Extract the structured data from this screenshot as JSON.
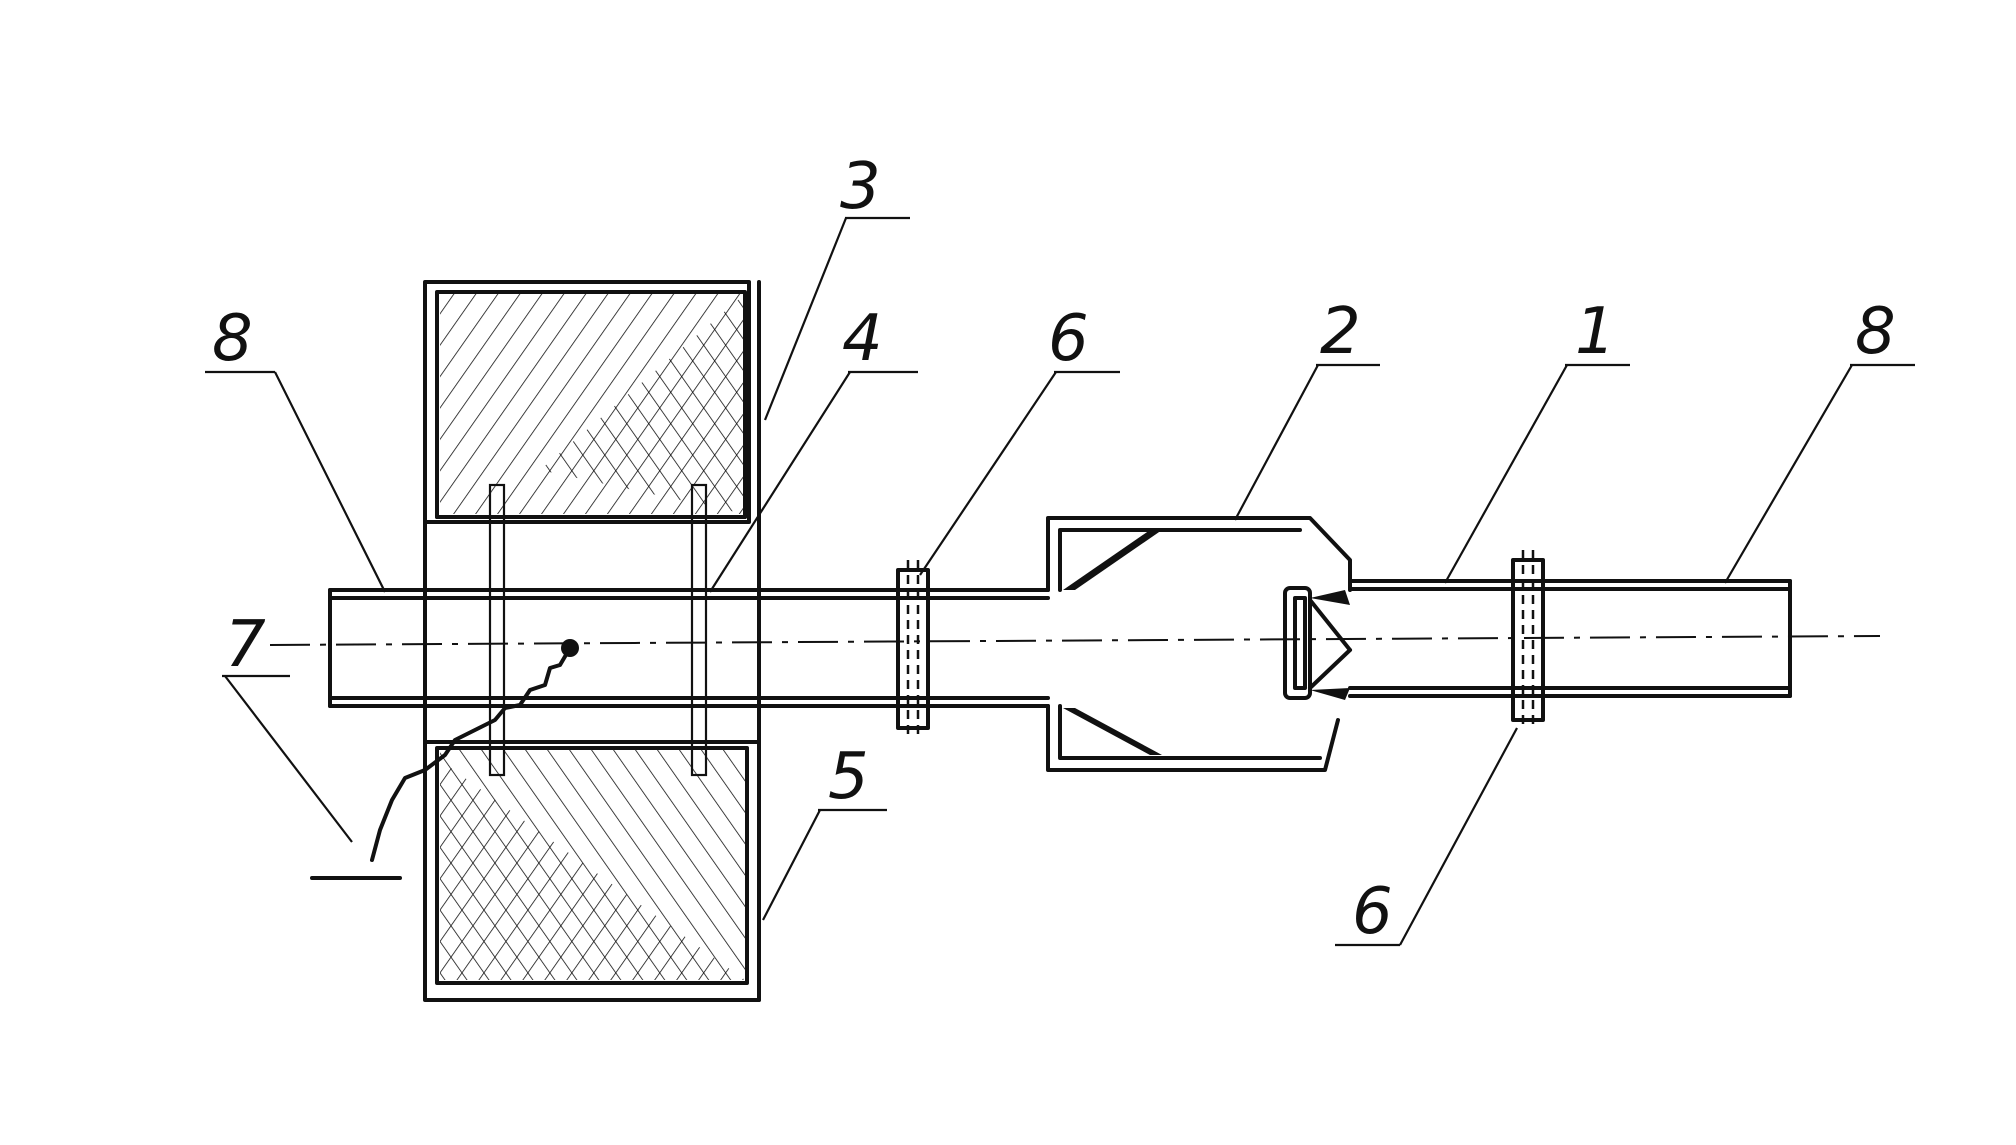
{
  "labels": {
    "coil_top": "3",
    "electrode": "4",
    "coil_bottom": "5",
    "flange_left": "6",
    "chamber": "2",
    "nozzle": "1",
    "pipe_left": "8",
    "pipe_right": "8",
    "ground_wire": "7",
    "flange_right": "6"
  },
  "colors": {
    "ink": "#111111",
    "paper": "#ffffff"
  }
}
